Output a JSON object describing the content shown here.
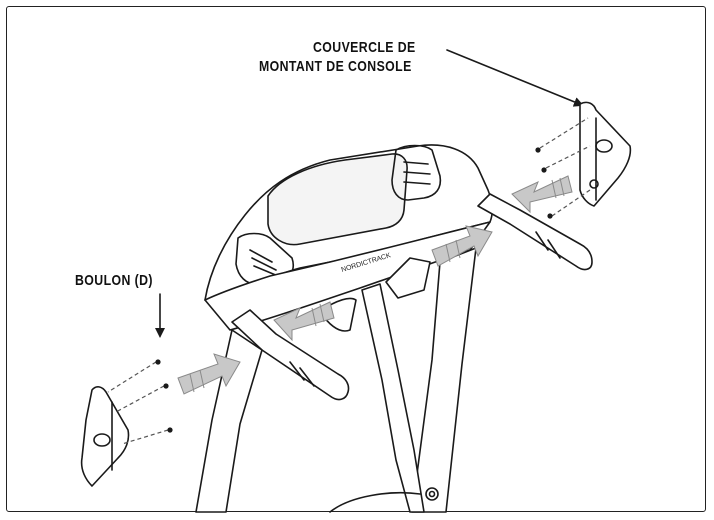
{
  "labels": {
    "cover_line1": "COUVERCLE DE",
    "cover_line2": "MONTANT DE CONSOLE",
    "bolt": "BOULON (D)"
  },
  "console": {
    "brand_text": "NORDICTRACK"
  },
  "colors": {
    "line": "#1a1a1a",
    "arrow_fill": "#c8c8c8",
    "arrow_stroke": "#8a8a8a",
    "screen": "#f4f4f4"
  }
}
